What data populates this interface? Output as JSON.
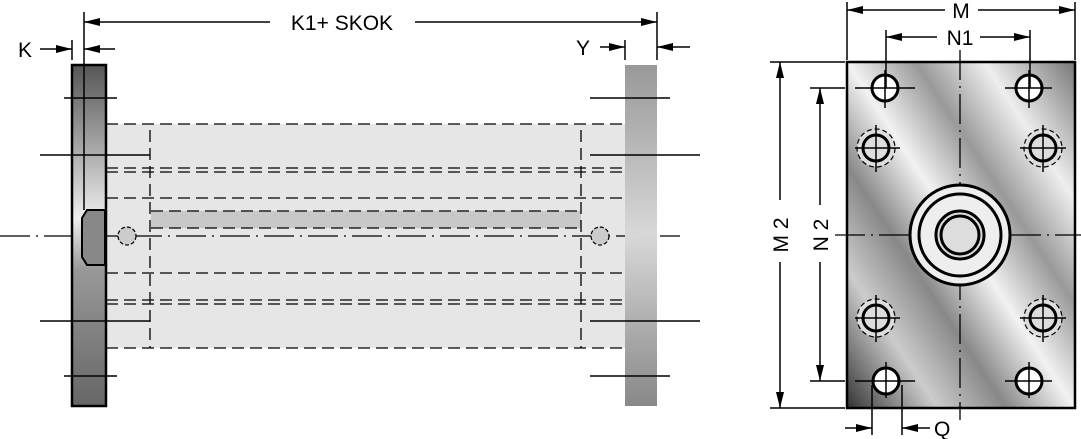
{
  "drawing": {
    "side_view": {
      "dim_stroke": "K1+ SKOK",
      "dim_left_flange": "K",
      "dim_right_flange": "Y"
    },
    "front_view": {
      "dim_width": "M",
      "dim_hole_spacing_x": "N1",
      "dim_height": "M 2",
      "dim_hole_spacing_y": "N 2",
      "dim_hole_diameter": "Q"
    }
  },
  "colors": {
    "body": "#e6e6e6",
    "rod": "#c8c8c8",
    "line": "#000000"
  }
}
